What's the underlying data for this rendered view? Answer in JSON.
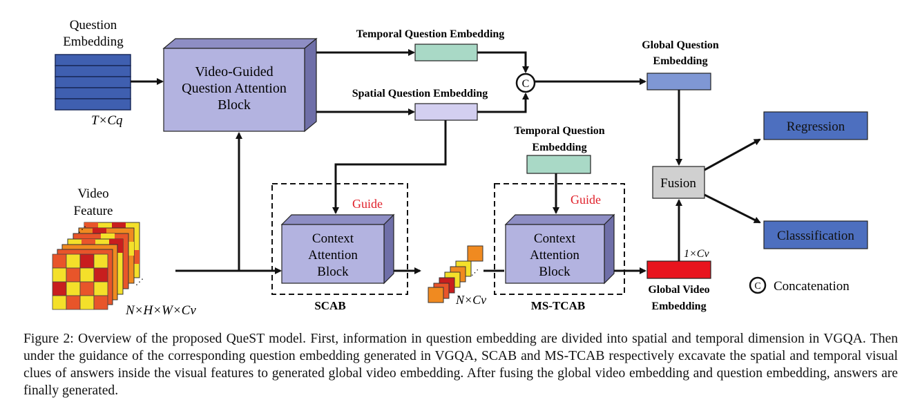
{
  "diagram": {
    "question_embedding_label": [
      "Question",
      "Embedding"
    ],
    "question_dim": "T×Cq",
    "video_feature_label": [
      "Video",
      "Feature"
    ],
    "video_dim": "N×H×W×Cv",
    "vgqa_label": [
      "Video-Guided",
      "Question Attention",
      "Block"
    ],
    "temporal_q_top": "Temporal Question Embedding",
    "spatial_q": "Spatial Question Embedding",
    "concat_symbol": "C",
    "global_q_label": [
      "Global Question",
      "Embedding"
    ],
    "temporal_q_mid": [
      "Temporal Question",
      "Embedding"
    ],
    "guide_label": "Guide",
    "context_block_label": [
      "Context",
      "Attention",
      "Block"
    ],
    "scab_label": "SCAB",
    "mstcab_label": "MS-TCAB",
    "mid_dim": "N×Cv",
    "gve_dim": "1×Cv",
    "gve_label": [
      "Global Video",
      "Embedding"
    ],
    "fusion_label": "Fusion",
    "regression_label": "Regression",
    "classification_label": "Classsification",
    "legend_symbol": "C",
    "legend_text": "Concatenation",
    "colors": {
      "question_blue": "#3f5fb0",
      "block_purple": "#b3b3e0",
      "temporal_green": "#a9d9c6",
      "spatial_lilac": "#d3cff0",
      "global_q_blue": "#7f97d4",
      "output_blue": "#4d6fbf",
      "gve_red": "#e8141e",
      "fusion_gray": "#d0d0d0",
      "guide_red": "#e0202a"
    }
  },
  "caption": "Figure 2: Overview of the proposed QueST model. First, information in question embedding are divided into spatial and temporal dimension in VGQA. Then under the guidance of the corresponding question embedding generated in VGQA, SCAB and MS-TCAB respectively excavate the spatial and temporal visual clues of answers inside the visual features to generated global video embedding. After fusing the global video embedding and question embedding, answers are finally generated."
}
